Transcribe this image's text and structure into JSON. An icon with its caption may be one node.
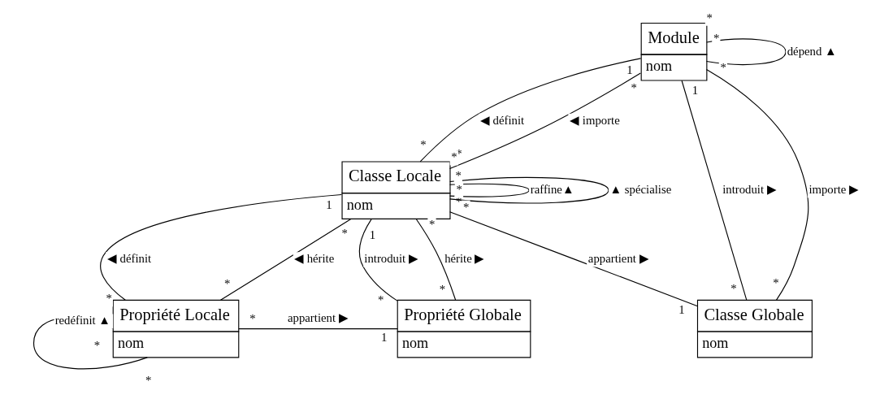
{
  "diagram": {
    "nodes": [
      {
        "text": [
          "Module",
          "nom"
        ]
      },
      {
        "text": [
          "Classe Locale",
          "nom"
        ]
      },
      {
        "text": [
          "Classe Globale",
          "nom"
        ]
      },
      {
        "text": [
          "Propriété Locale",
          "nom"
        ]
      },
      {
        "text": [
          "Propriété Globale",
          "nom"
        ]
      }
    ],
    "edges": [
      {
        "from": 0,
        "to": 0,
        "arrow": "none",
        "label": "dépend ▲"
      },
      {
        "from": 0,
        "to": 1,
        "arrow": "none",
        "label": "◀ définit"
      },
      {
        "from": 0,
        "to": 1,
        "arrow": "none",
        "label": "◀ importe"
      },
      {
        "from": 0,
        "to": 2,
        "arrow": "none",
        "label": "introduit ▶"
      },
      {
        "from": 0,
        "to": 2,
        "arrow": "none",
        "label": "importe ▶"
      },
      {
        "from": 1,
        "to": 1,
        "arrow": "none",
        "label": "raffine▲"
      },
      {
        "from": 1,
        "to": 1,
        "arrow": "none",
        "label": "▲ spécialise"
      },
      {
        "from": 1,
        "to": 2,
        "arrow": "none",
        "label": "appartient ▶"
      },
      {
        "from": 1,
        "to": 3,
        "arrow": "none",
        "label": "◀ définit"
      },
      {
        "from": 1,
        "to": 3,
        "arrow": "none",
        "label": "◀ hérite"
      },
      {
        "from": 1,
        "to": 4,
        "arrow": "none",
        "label": "introduit ▶"
      },
      {
        "from": 1,
        "to": 4,
        "arrow": "none",
        "label": "hérite ▶"
      },
      {
        "from": 3,
        "to": 4,
        "arrow": "none",
        "label": "appartient ▶"
      },
      {
        "from": 3,
        "to": 3,
        "arrow": "none",
        "label": "redéfinit ▲"
      }
    ],
    "labels": [
      "*",
      "*",
      "1",
      "*",
      "*",
      "*",
      "1",
      "*",
      "*",
      "*",
      "*",
      "*",
      "*",
      "*",
      "*",
      "1",
      "1",
      "*",
      "*",
      "*",
      "1",
      "*",
      "*",
      "*",
      "*",
      "1",
      "*",
      "*"
    ]
  }
}
